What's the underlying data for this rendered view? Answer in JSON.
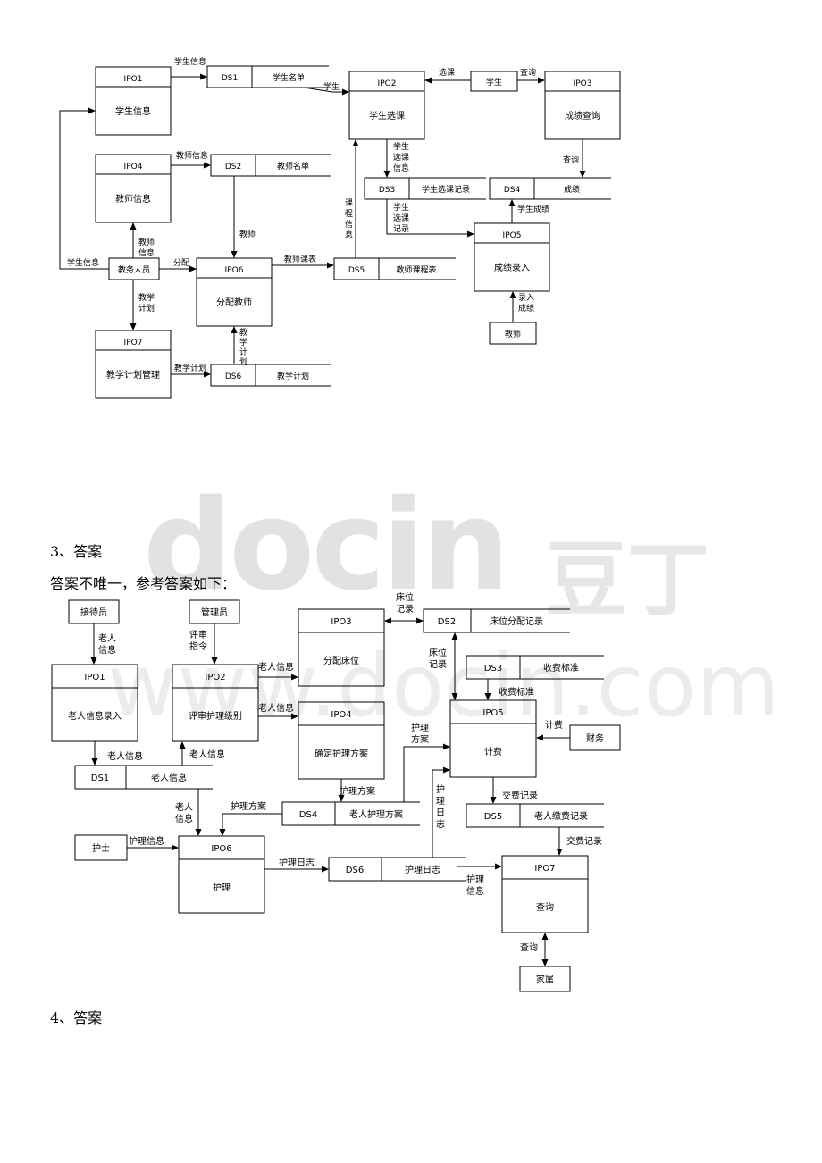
{
  "watermark": {
    "logo": "docin",
    "logo_cjk": "豆丁",
    "url": "www.docin.com"
  },
  "section3": {
    "heading": "3、答案",
    "intro": "答案不唯一，参考答案如下："
  },
  "section4": {
    "heading": "4、答案"
  },
  "diagram1": {
    "IPO1": {
      "id": "IPO1",
      "name": "学生信息"
    },
    "IPO2": {
      "id": "IPO2",
      "name": "学生选课"
    },
    "IPO3": {
      "id": "IPO3",
      "name": "成绩查询"
    },
    "IPO4": {
      "id": "IPO4",
      "name": "教师信息"
    },
    "IPO5": {
      "id": "IPO5",
      "name": "成绩录入"
    },
    "IPO6": {
      "id": "IPO6",
      "name": "分配教师"
    },
    "IPO7": {
      "id": "IPO7",
      "name": "教学计划管理"
    },
    "DS1": {
      "id": "DS1",
      "name": "学生名单"
    },
    "DS2": {
      "id": "DS2",
      "name": "教师名单"
    },
    "DS3": {
      "id": "DS3",
      "name": "学生选课记录"
    },
    "DS4": {
      "id": "DS4",
      "name": "成绩"
    },
    "DS5": {
      "id": "DS5",
      "name": "教师课程表"
    },
    "DS6": {
      "id": "DS6",
      "name": "教学计划"
    },
    "ext_student": "学生",
    "ext_staff": "教务人员",
    "ext_teacher": "教师",
    "flows": {
      "ipo1_ds1": "学生信息",
      "ds1_ipo2": "学生",
      "student_ipo2": "选课",
      "student_ipo3": "查询",
      "ipo2_ds3": [
        "学生",
        "选课",
        "信息"
      ],
      "ds3_ipo5": [
        "学生",
        "选课",
        "记录"
      ],
      "ipo3_ds4": "查询",
      "ipo5_ds4": "学生成绩",
      "ipo4_ds2": "教师信息",
      "ds2_ipo6": "教师",
      "staff_ipo1": "学生信息",
      "staff_ipo4": [
        "教师",
        "信息"
      ],
      "staff_ipo6": "分配",
      "staff_ipo7": [
        "教学",
        "计划"
      ],
      "ipo6_ds5": "教师课表",
      "ds5_ipo2": [
        "课",
        "程",
        "信",
        "息"
      ],
      "teacher_ipo5": [
        "录入",
        "成绩"
      ],
      "ipo7_ds6": "教学计划",
      "ds6_ipo6": [
        "教",
        "学",
        "计",
        "划"
      ]
    }
  },
  "diagram2": {
    "IPO1": {
      "id": "IPO1",
      "name": "老人信息录入"
    },
    "IPO2": {
      "id": "IPO2",
      "name": "评审护理级别"
    },
    "IPO3": {
      "id": "IPO3",
      "name": "分配床位"
    },
    "IPO4": {
      "id": "IPO4",
      "name": "确定护理方案"
    },
    "IPO5": {
      "id": "IPO5",
      "name": "计费"
    },
    "IPO6": {
      "id": "IPO6",
      "name": "护理"
    },
    "IPO7": {
      "id": "IPO7",
      "name": "查询"
    },
    "DS1": {
      "id": "DS1",
      "name": "老人信息"
    },
    "DS2": {
      "id": "DS2",
      "name": "床位分配记录"
    },
    "DS3": {
      "id": "DS3",
      "name": "收费标准"
    },
    "DS4": {
      "id": "DS4",
      "name": "老人护理方案"
    },
    "DS5": {
      "id": "DS5",
      "name": "老人缴费记录"
    },
    "DS6": {
      "id": "DS6",
      "name": "护理日志"
    },
    "ext_receptionist": "接待员",
    "ext_manager": "管理员",
    "ext_nurse": "护士",
    "ext_finance": "财务",
    "ext_family": "家属",
    "flows": {
      "recep_ipo1": [
        "老人",
        "信息"
      ],
      "mgr_ipo2": [
        "评审",
        "指令"
      ],
      "ipo1_ds1": "老人信息",
      "ds1_ipo2": "老人信息",
      "ipo2_ipo3": "老人信息",
      "ipo2_ipo4": "老人信息",
      "ipo3_ds2": [
        "床位",
        "记录"
      ],
      "ds2_ipo5": [
        "床位",
        "记录"
      ],
      "ds3_ipo5": "收费标准",
      "finance_ipo5": "计费",
      "ipo4_ds4": "护理方案",
      "ds4_ipo5": [
        "护理",
        "方案"
      ],
      "ds4_ipo6": "护理方案",
      "ds1_ipo6": [
        "老人",
        "信息"
      ],
      "nurse_ipo6": "护理信息",
      "ipo6_ds6": "护理日志",
      "ds6_ipo5": [
        "护",
        "理",
        "日",
        "志"
      ],
      "ds6_ipo7": [
        "护理",
        "信息"
      ],
      "ipo5_ds5": "交费记录",
      "ds5_ipo7": "交费记录",
      "ipo7_family": "查询"
    }
  }
}
